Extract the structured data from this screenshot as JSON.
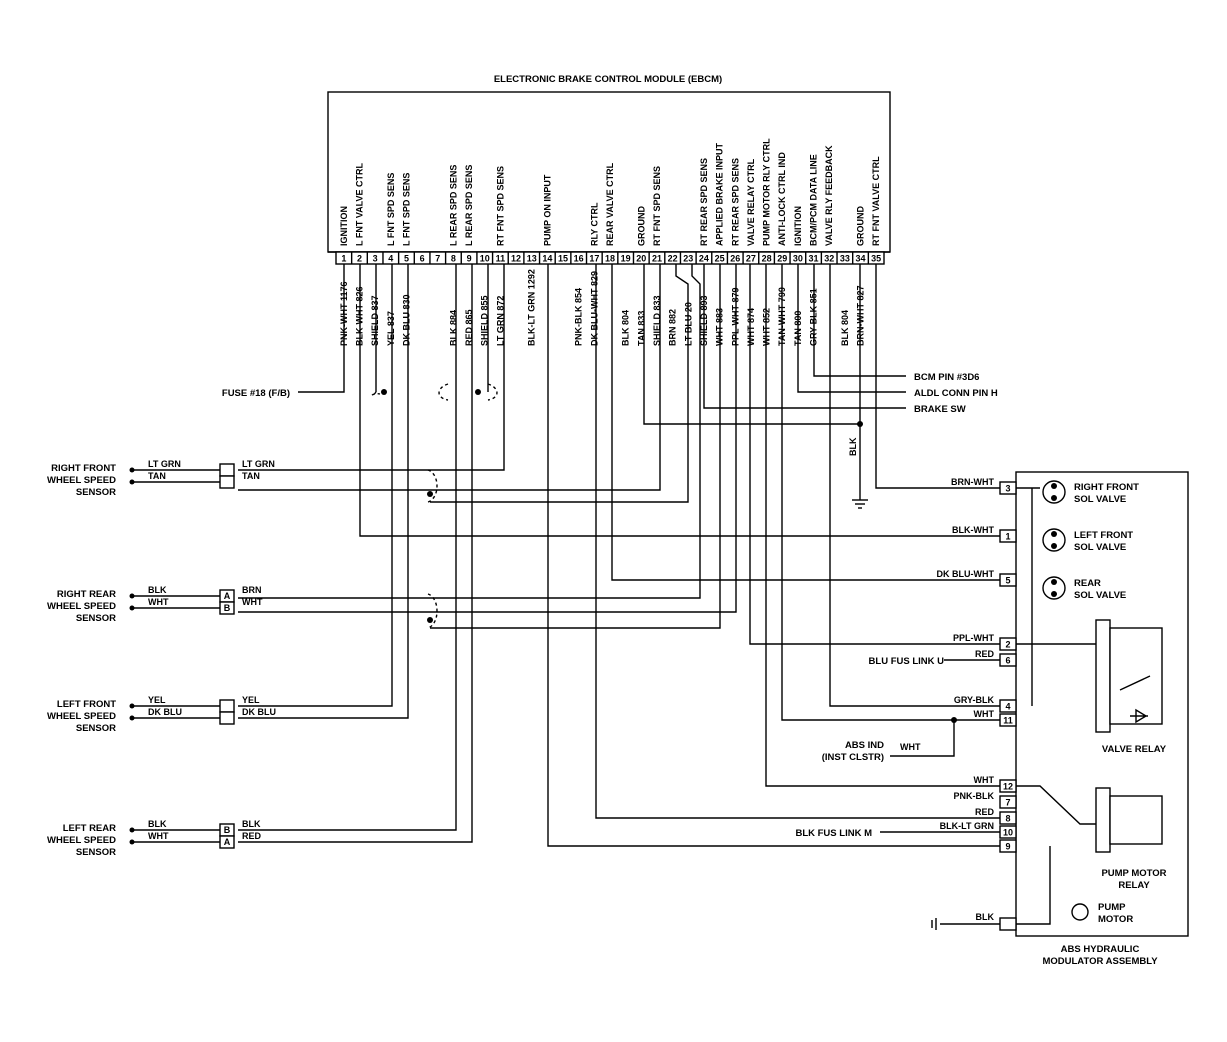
{
  "module": {
    "title": "ELECTRONIC BRAKE CONTROL MODULE (EBCM)",
    "pins": [
      {
        "n": "1",
        "func": "IGNITION",
        "wire": "PNK-WHT 1176"
      },
      {
        "n": "2",
        "func": "L FNT VALVE CTRL",
        "wire": "BLK-WHT 826"
      },
      {
        "n": "3",
        "func": "",
        "wire": "SHIELD 837"
      },
      {
        "n": "4",
        "func": "L FNT SPD SENS",
        "wire": "YEL 837"
      },
      {
        "n": "5",
        "func": "L FNT SPD SENS",
        "wire": "DK BLU 830"
      },
      {
        "n": "6",
        "func": "",
        "wire": ""
      },
      {
        "n": "7",
        "func": "",
        "wire": ""
      },
      {
        "n": "8",
        "func": "L REAR SPD SENS",
        "wire": "BLK 884"
      },
      {
        "n": "9",
        "func": "L REAR SPD SENS",
        "wire": "RED 865"
      },
      {
        "n": "10",
        "func": "",
        "wire": "SHIELD 855"
      },
      {
        "n": "11",
        "func": "RT FNT SPD SENS",
        "wire": "LT GRN 872"
      },
      {
        "n": "12",
        "func": "",
        "wire": ""
      },
      {
        "n": "13",
        "func": "",
        "wire": "BLK-LT GRN 1292"
      },
      {
        "n": "14",
        "func": "PUMP ON INPUT",
        "wire": ""
      },
      {
        "n": "15",
        "func": "",
        "wire": ""
      },
      {
        "n": "16",
        "func": "",
        "wire": "PNK-BLK 854"
      },
      {
        "n": "17",
        "func": "RLY CTRL",
        "wire": "DK BLU-WHT 829"
      },
      {
        "n": "18",
        "func": "REAR VALVE CTRL",
        "wire": ""
      },
      {
        "n": "19",
        "func": "",
        "wire": "BLK 804"
      },
      {
        "n": "20",
        "func": "GROUND",
        "wire": "TAN 833"
      },
      {
        "n": "21",
        "func": "RT FNT SPD SENS",
        "wire": "SHIELD 833"
      },
      {
        "n": "22",
        "func": "",
        "wire": "BRN 882"
      },
      {
        "n": "23",
        "func": "",
        "wire": "LT BLU 20"
      },
      {
        "n": "24",
        "func": "RT REAR SPD SENS",
        "wire": "SHIELD 893"
      },
      {
        "n": "25",
        "func": "APPLIED BRAKE INPUT",
        "wire": "WHT 883"
      },
      {
        "n": "26",
        "func": "RT REAR SPD SENS",
        "wire": "PPL-WHT 879"
      },
      {
        "n": "27",
        "func": "VALVE RELAY CTRL",
        "wire": "WHT 874"
      },
      {
        "n": "28",
        "func": "PUMP MOTOR RLY CTRL",
        "wire": "WHT 852"
      },
      {
        "n": "29",
        "func": "ANTI-LOCK CTRL IND",
        "wire": "TAN-WHT 799"
      },
      {
        "n": "30",
        "func": "IGNITION",
        "wire": "TAN 800"
      },
      {
        "n": "31",
        "func": "BCM/PCM DATA LINE",
        "wire": "GRY-BLK 851"
      },
      {
        "n": "32",
        "func": "VALVE RLY FEEDBACK",
        "wire": ""
      },
      {
        "n": "33",
        "func": "",
        "wire": "BLK 804"
      },
      {
        "n": "34",
        "func": "GROUND",
        "wire": "BRN-WHT 827"
      },
      {
        "n": "35",
        "func": "RT FNT VALVE CTRL",
        "wire": ""
      }
    ]
  },
  "external_refs": {
    "fuse": "FUSE #18 (F/B)",
    "bcm_pin": "BCM PIN #3D6",
    "aldl_pin": "ALDL CONN PIN H",
    "brake_sw": "BRAKE SW",
    "blk_ground": "BLK",
    "blu_fus": "BLU FUS LINK U",
    "blk_fus": "BLK FUS LINK M",
    "abs_ind": "ABS IND",
    "abs_ind_sub": "(INST CLSTR)"
  },
  "sensors": [
    {
      "name": [
        "RIGHT FRONT",
        "WHEEL SPEED",
        "SENSOR"
      ],
      "w1": "LT GRN",
      "w2": "TAN",
      "c1": "",
      "c2": "",
      "o1": "LT GRN",
      "o2": "TAN"
    },
    {
      "name": [
        "RIGHT REAR",
        "WHEEL SPEED",
        "SENSOR"
      ],
      "w1": "BLK",
      "w2": "WHT",
      "c1": "A",
      "c2": "B",
      "o1": "BRN",
      "o2": "WHT"
    },
    {
      "name": [
        "LEFT FRONT",
        "WHEEL SPEED",
        "SENSOR"
      ],
      "w1": "YEL",
      "w2": "DK BLU",
      "c1": "",
      "c2": "",
      "o1": "YEL",
      "o2": "DK BLU"
    },
    {
      "name": [
        "LEFT REAR",
        "WHEEL SPEED",
        "SENSOR"
      ],
      "w1": "BLK",
      "w2": "WHT",
      "c1": "B",
      "c2": "A",
      "o1": "BLK",
      "o2": "RED"
    }
  ],
  "modulator": {
    "title1": "ABS HYDRAULIC",
    "title2": "MODULATOR ASSEMBLY",
    "pins": [
      {
        "n": "3",
        "wire": "BRN-WHT"
      },
      {
        "n": "1",
        "wire": "BLK-WHT"
      },
      {
        "n": "5",
        "wire": "DK BLU-WHT"
      },
      {
        "n": "2",
        "wire": "PPL-WHT"
      },
      {
        "n": "6",
        "wire": "RED"
      },
      {
        "n": "4",
        "wire": "GRY-BLK"
      },
      {
        "n": "11",
        "wire": "WHT"
      },
      {
        "n": "12",
        "wire": "WHT"
      },
      {
        "n": "7",
        "wire": "PNK-BLK"
      },
      {
        "n": "8",
        "wire": "RED"
      },
      {
        "n": "10",
        "wire": "BLK-LT GRN"
      },
      {
        "n": "9",
        "wire": ""
      }
    ],
    "ground_wire": "BLK",
    "valves": [
      [
        "RIGHT FRONT",
        "SOL VALVE"
      ],
      [
        "LEFT FRONT",
        "SOL VALVE"
      ],
      [
        "REAR",
        "SOL VALVE"
      ]
    ],
    "valve_relay": "VALVE RELAY",
    "pump_relay": [
      "PUMP MOTOR",
      "RELAY"
    ],
    "pump_motor": [
      "PUMP",
      "MOTOR"
    ],
    "abs_wht": "WHT"
  }
}
